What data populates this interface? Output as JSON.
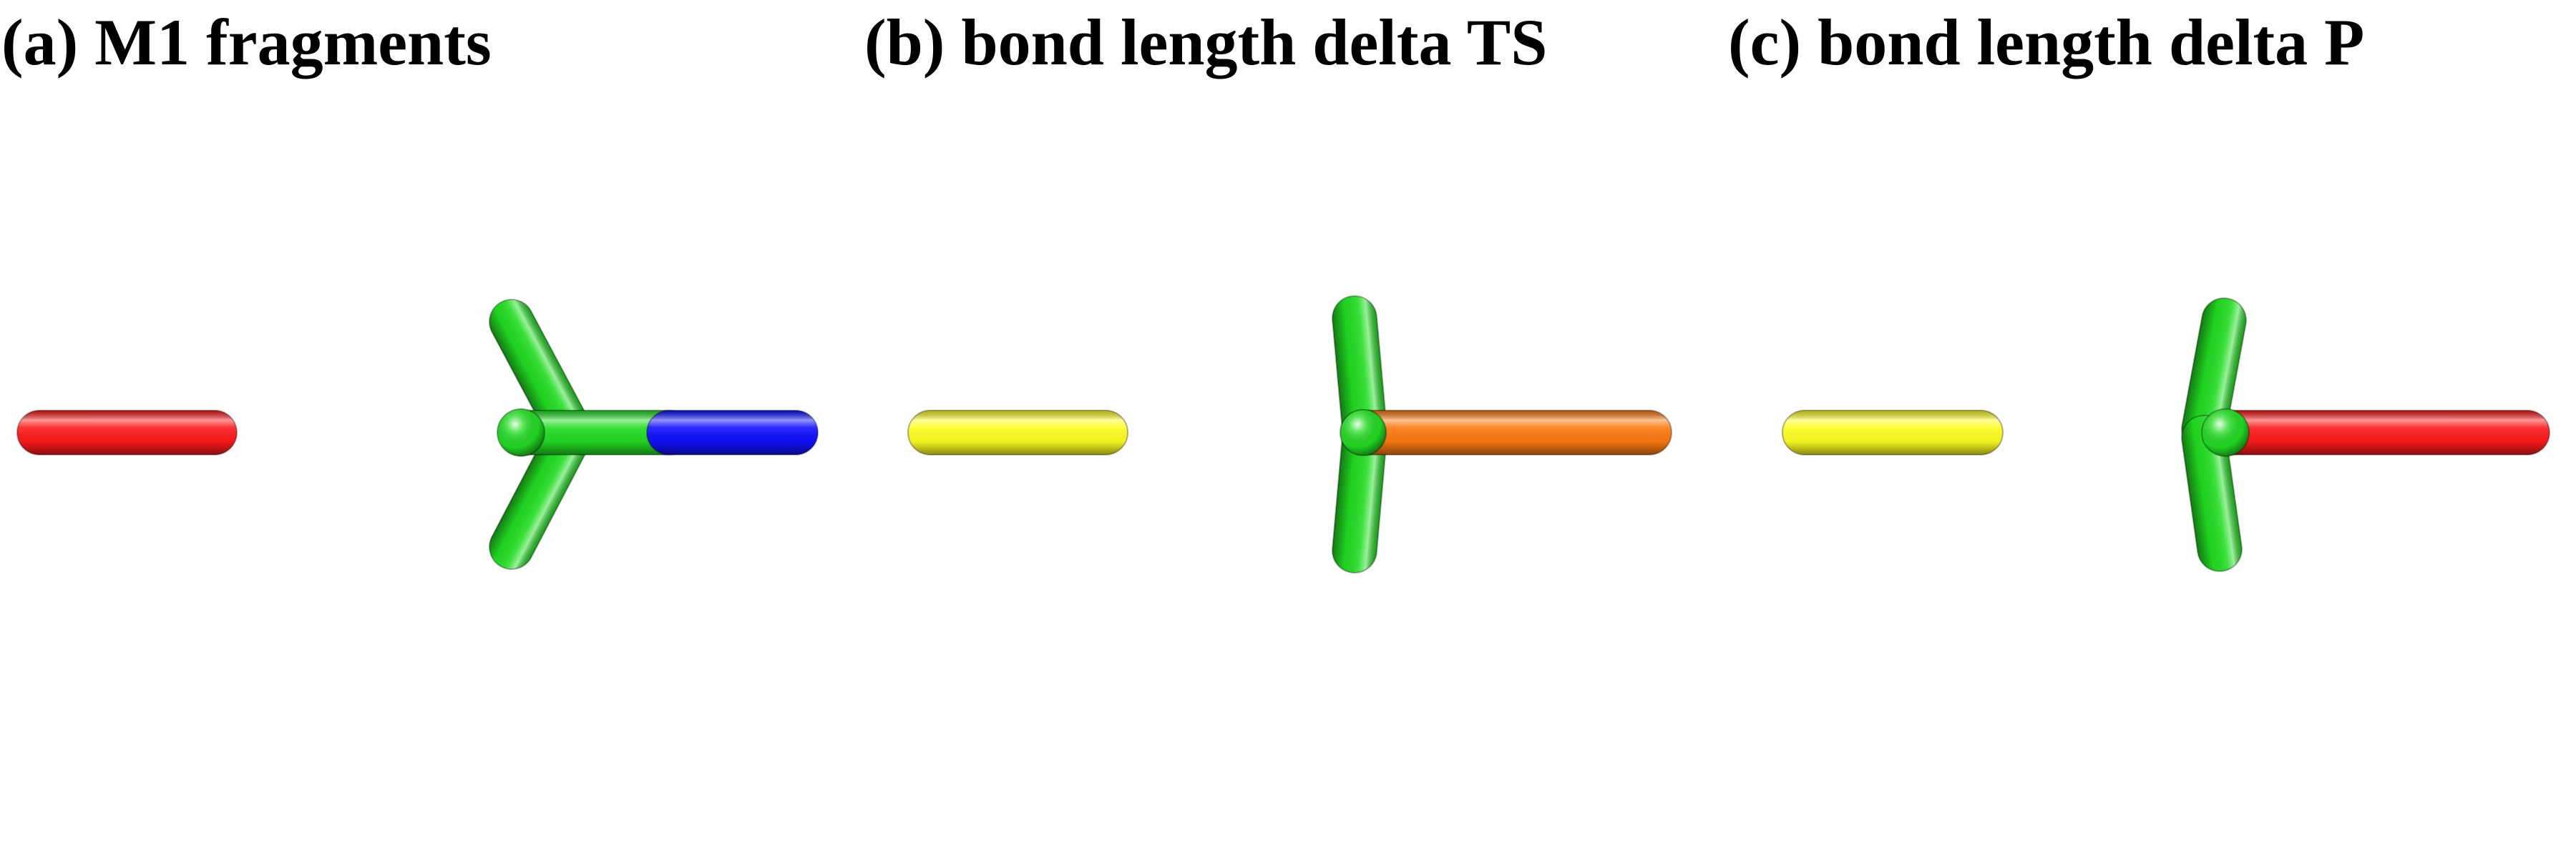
{
  "panels": [
    {
      "label": "(a) M1 fragments",
      "isolated_bond_color": "#ff1a1a",
      "tripod_color": "#22dd22",
      "axial_bond_color": "#1010ff"
    },
    {
      "label": "(b) bond length delta TS",
      "isolated_bond_color": "#ffff22",
      "tripod_color": "#22dd22",
      "axial_bond_color": "#ff7a10"
    },
    {
      "label": "(c) bond length delta P",
      "isolated_bond_color": "#ffff22",
      "tripod_color": "#22dd22",
      "axial_bond_color": "#ff1a1a"
    }
  ]
}
